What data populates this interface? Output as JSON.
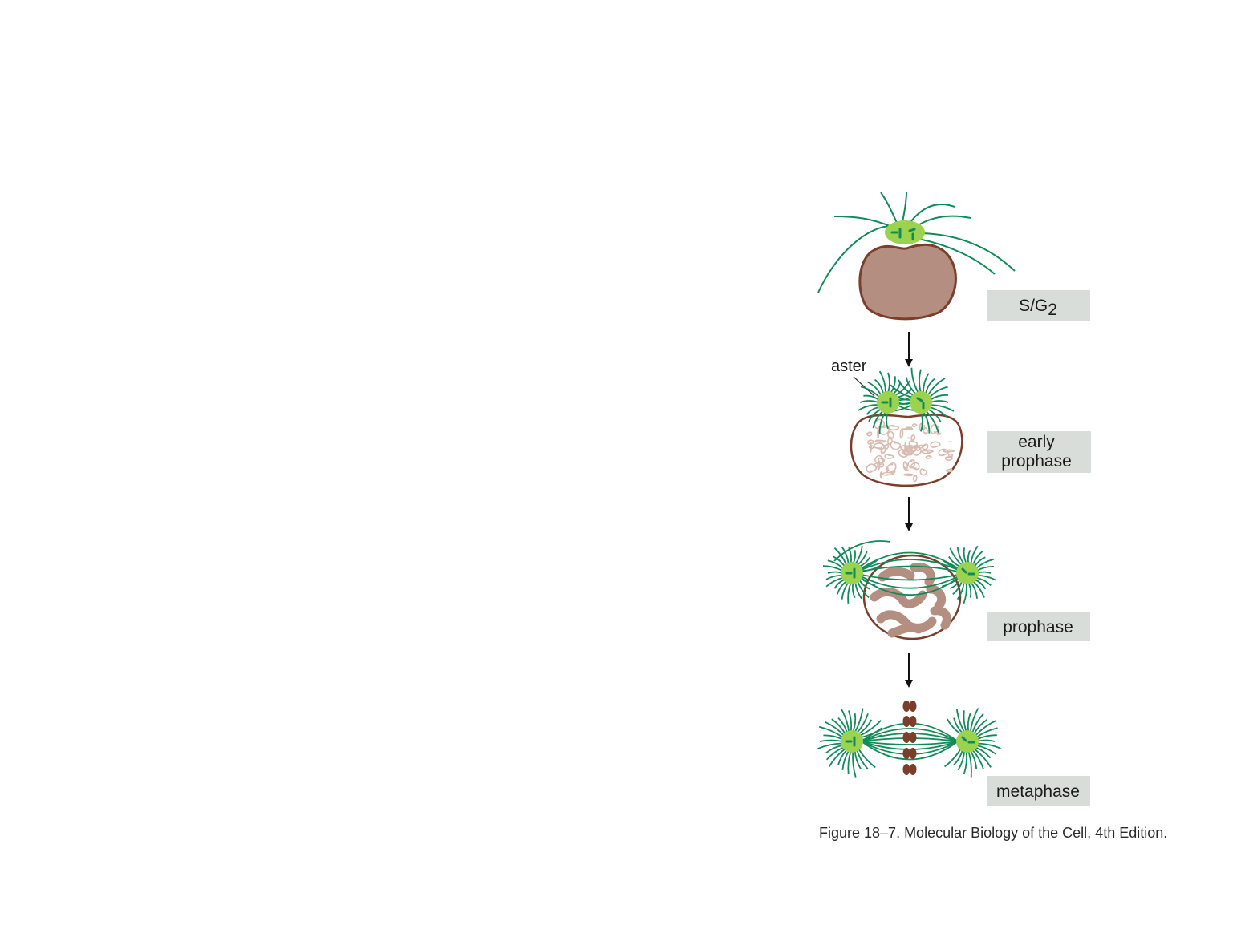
{
  "stages": [
    {
      "id": "s-g2",
      "label_main": "S/G",
      "label_sub": "2"
    },
    {
      "id": "early-prophase",
      "label_lines": [
        "early",
        "prophase"
      ]
    },
    {
      "id": "prophase",
      "label": "prophase"
    },
    {
      "id": "metaphase",
      "label": "metaphase"
    }
  ],
  "annotation": {
    "aster": "aster"
  },
  "caption": "Figure 18–7. Molecular Biology of the Cell, 4th Edition.",
  "colors": {
    "microtubule": "#138a5a",
    "centrosome": "#9bd24e",
    "centriole": "#138a5a",
    "nucleus_fill": "#b48e80",
    "nucleus_outline": "#7a3e2a",
    "chromatin": "#d9bbb0",
    "chromosome": "#b48e80",
    "label_box": "#d9ddd9",
    "arrow": "#111111",
    "metaphase_chromosome": "#7a3e2a"
  }
}
